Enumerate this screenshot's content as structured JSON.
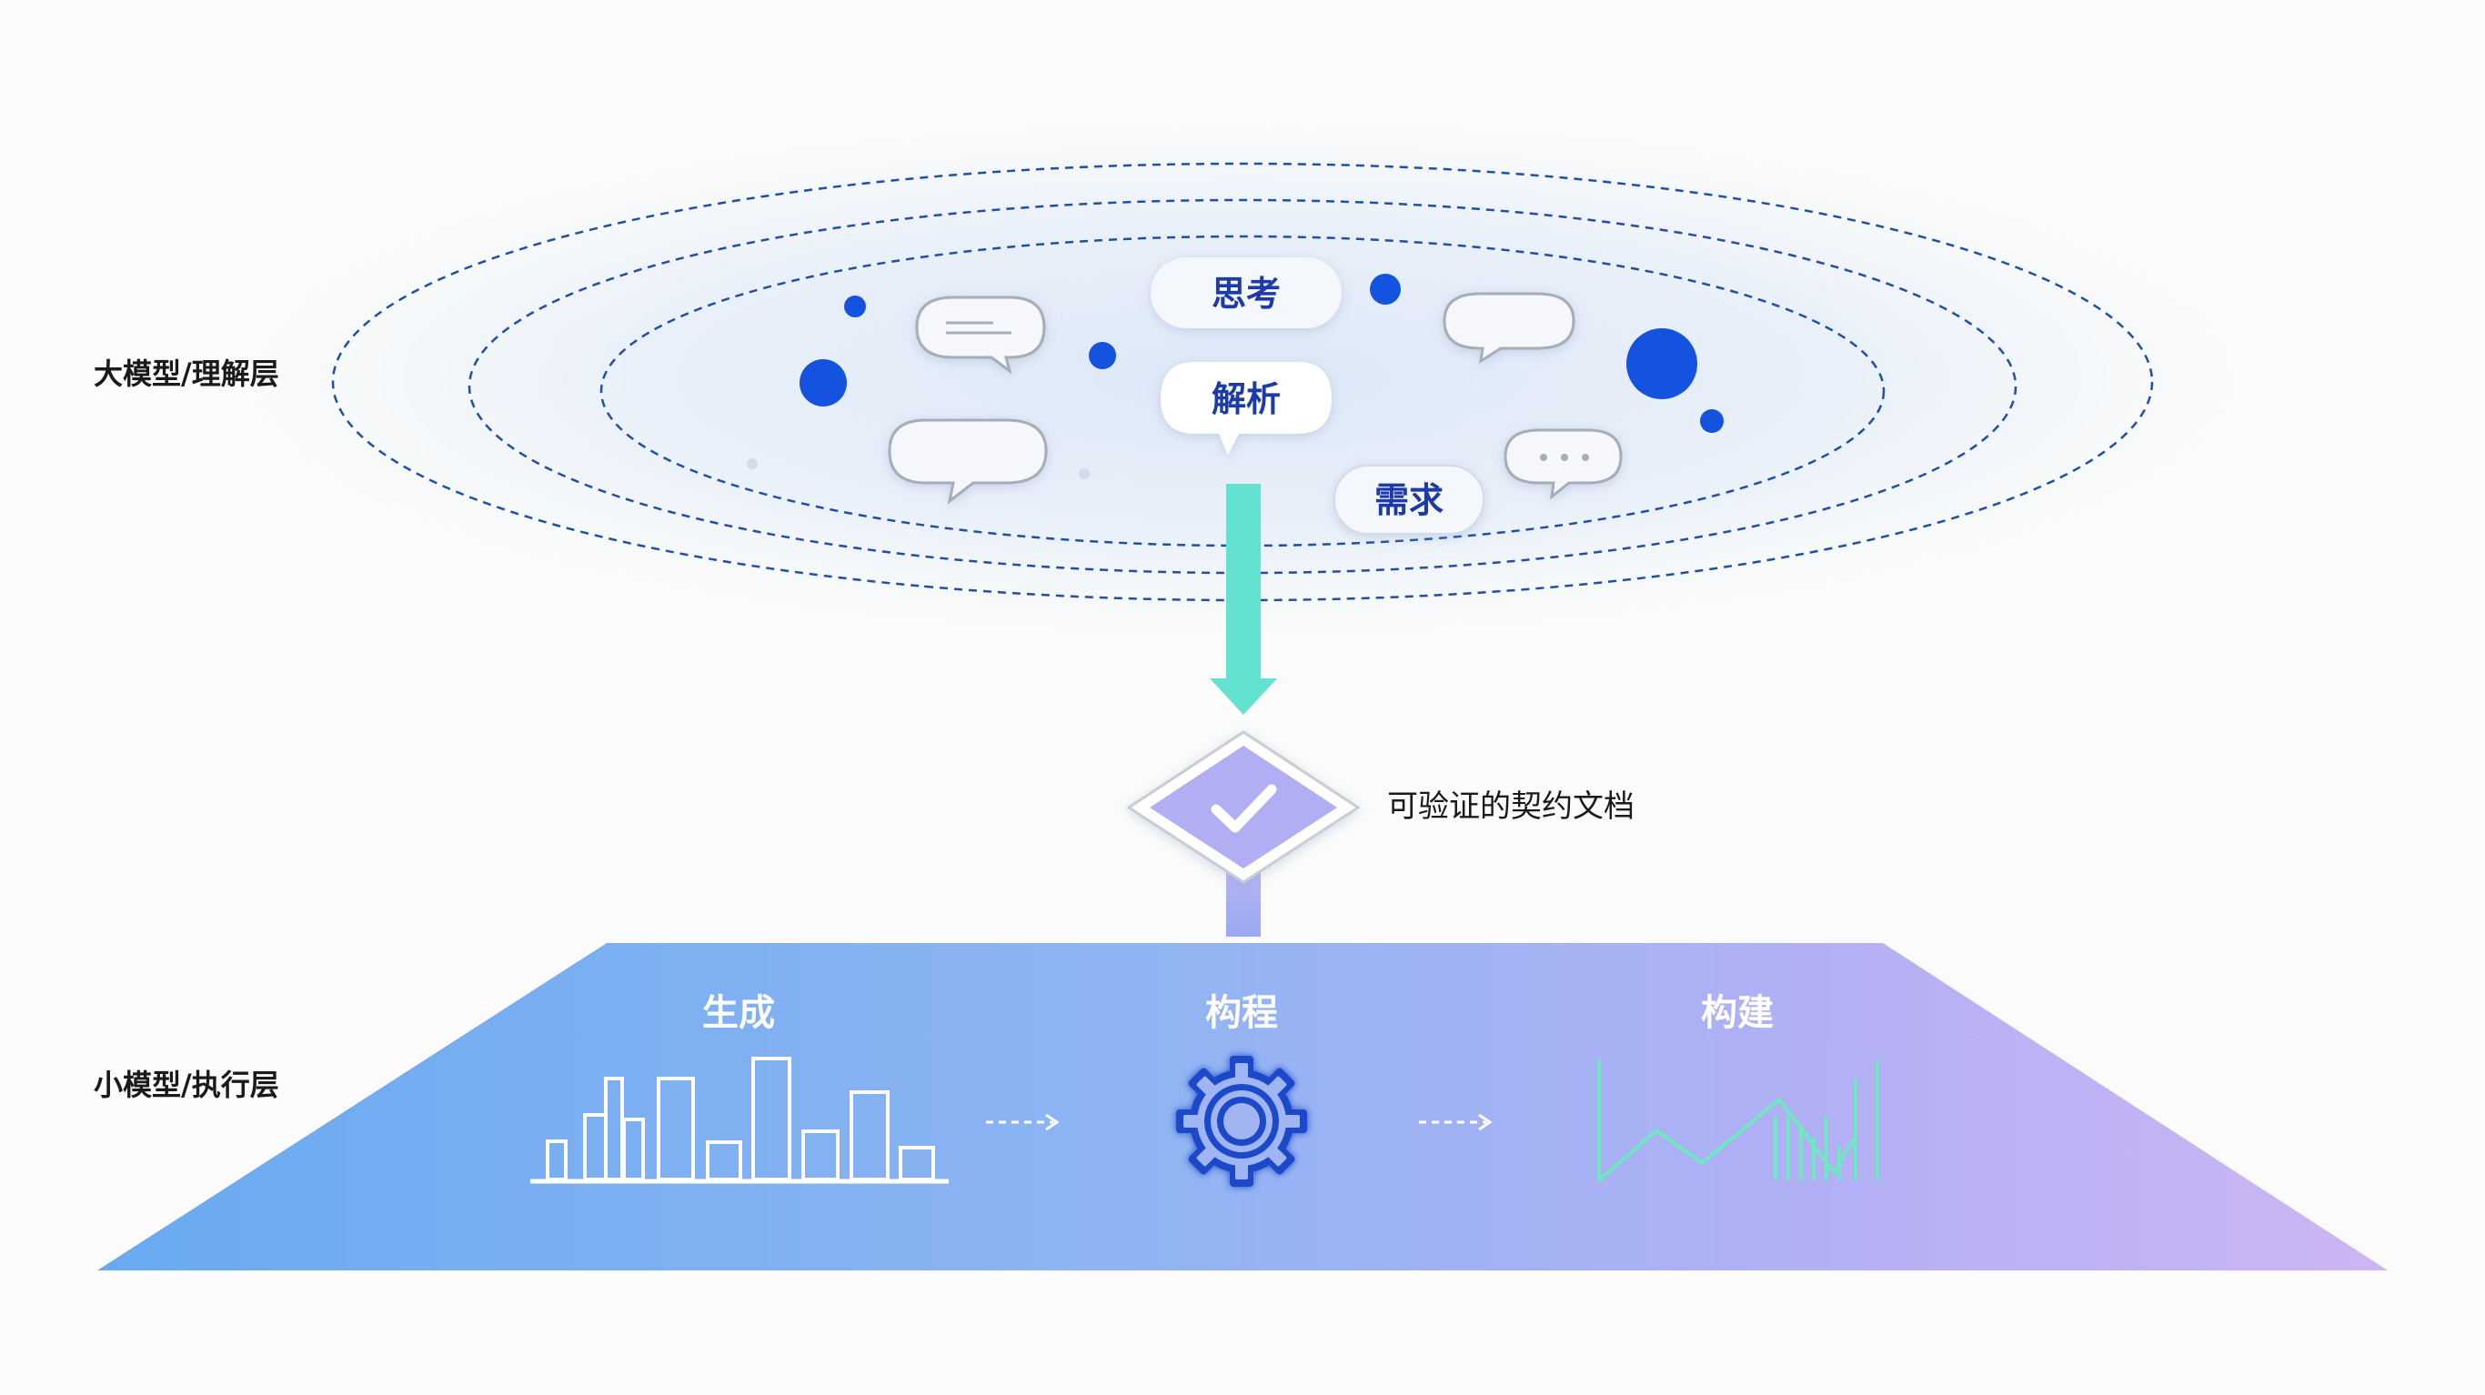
{
  "layers": {
    "top_label": "大模型/理解层",
    "bottom_label": "小模型/执行层"
  },
  "cloud": {
    "pills": {
      "think": "思考",
      "parse": "解析",
      "demand": "需求"
    }
  },
  "contract": {
    "label": "可验证的契约文档"
  },
  "stages": {
    "generate": "生成",
    "process": "构程",
    "build": "构建"
  },
  "icons": {
    "chat_bubble": "chat-bubble-icon",
    "check": "check-icon",
    "bar_chart": "bar-chart-icon",
    "gear": "gear-icon",
    "line_chart": "line-chart-icon",
    "arrow": "dashed-arrow-icon"
  },
  "colors": {
    "dot_blue": "#1452e0",
    "dash_blue": "#1f4fa8",
    "arrow_teal": "#5fe3cf",
    "platform_left": "#6aabf0",
    "platform_right": "#c9b4f3",
    "diamond_purple": "#a9a6f2",
    "line_chart_green": "#6ee7c2"
  }
}
